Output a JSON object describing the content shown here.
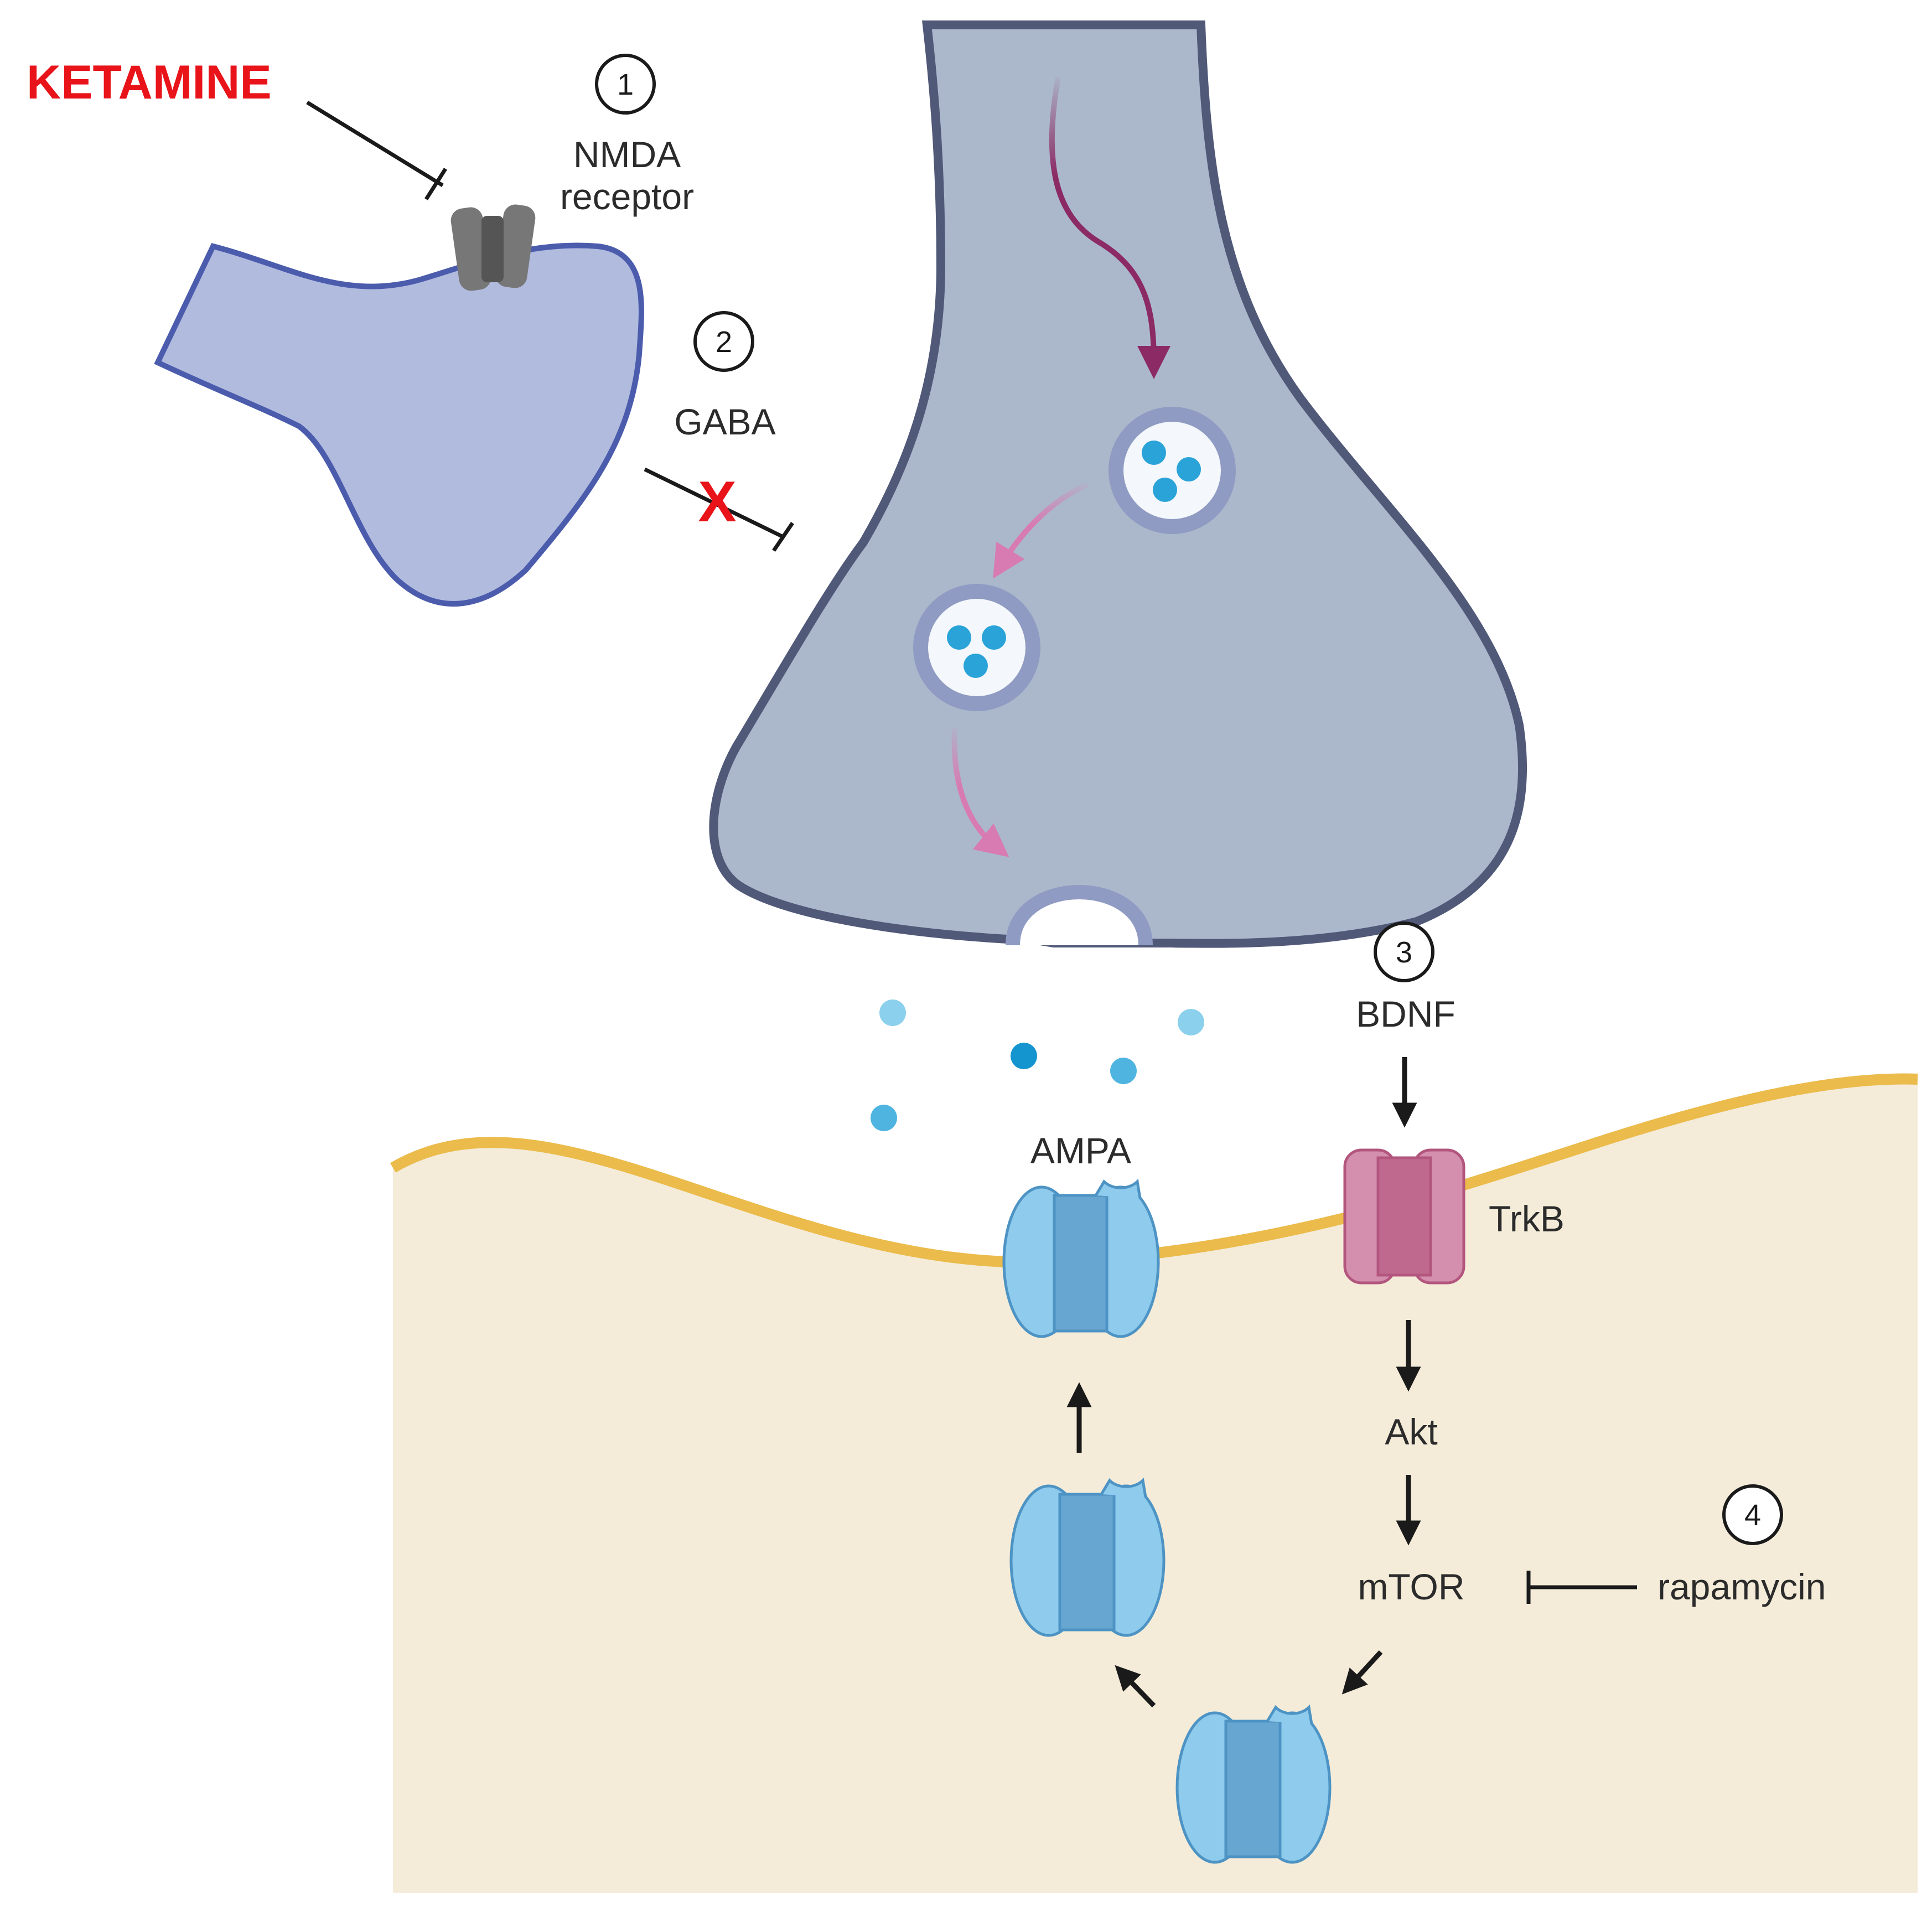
{
  "labels": {
    "ketamine": "KETAMINE",
    "nmda_line1": "NMDA",
    "nmda_line2": "receptor",
    "gaba": "GABA",
    "gaba_blocked_mark": "X",
    "bdnf": "BDNF",
    "ampa": "AMPA",
    "trkb": "TrkB",
    "akt": "Akt",
    "mtor": "mTOR",
    "rapamycin": "rapamycin"
  },
  "steps": [
    "1",
    "2",
    "3",
    "4"
  ],
  "colors": {
    "ketamine_red": "#e8141a",
    "presynaptic_fill": "#b1bbde",
    "presynaptic_stroke": "#4c5cad",
    "axon_terminal_fill": "#abb8cc",
    "axon_terminal_stroke": "#515978",
    "postsynaptic_fill": "#f4ecd9",
    "membrane_yellow": "#ebbb4b",
    "ampa_light": "#8ecbec",
    "ampa_dark": "#66a6d0",
    "trkb_light": "#d48fae",
    "trkb_dark": "#c0698f",
    "glutamate": "#2aa3d8",
    "path_arrow_dark": "#8b2a64",
    "path_arrow_light": "#d77bb2"
  }
}
